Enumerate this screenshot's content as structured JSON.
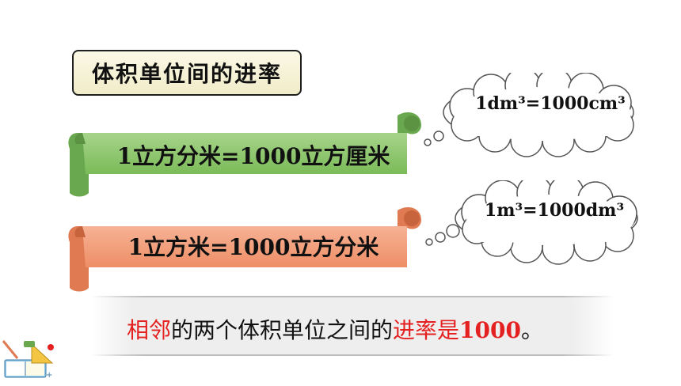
{
  "title": "体积单位间的进率",
  "scroll_green": {
    "text": "1立方分米=1000立方厘米"
  },
  "scroll_orange": {
    "text": "1立方米=1000立方分米"
  },
  "cloud_1": {
    "text": "1dm³=1000cm³"
  },
  "cloud_2": {
    "text": "1m³=1000dm³"
  },
  "conclusion": {
    "part1": "相邻",
    "part2": "的两个体积单位之间的",
    "part3": "进率是",
    "part4": "1000",
    "part5": "。"
  },
  "colors": {
    "green": "#8cc66b",
    "green_dark": "#6aa84f",
    "orange": "#f19a75",
    "orange_dark": "#e07a52",
    "red": "#e52020"
  }
}
